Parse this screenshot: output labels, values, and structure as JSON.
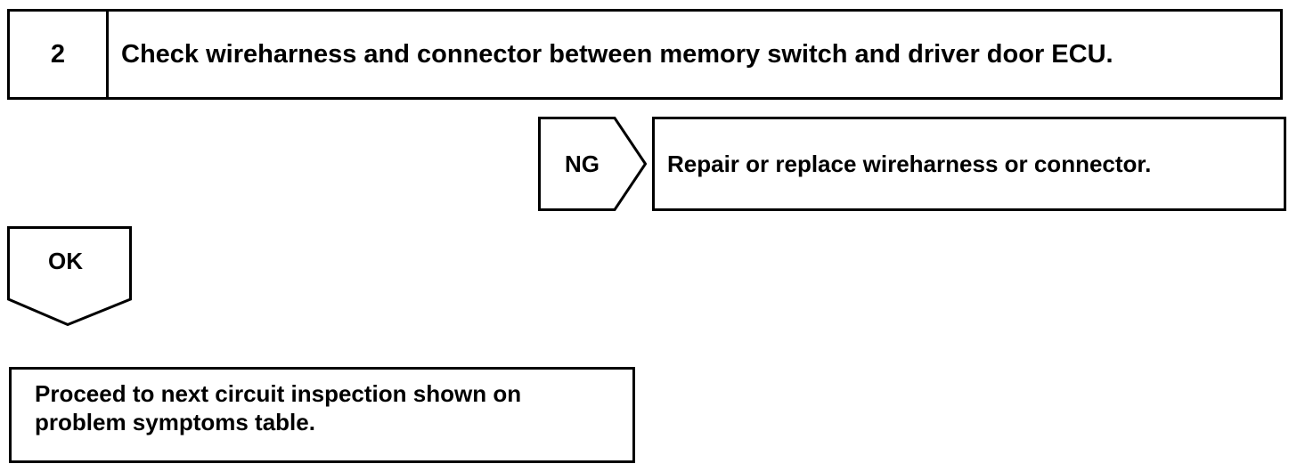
{
  "diagram": {
    "type": "troubleshooting-flowchart",
    "colors": {
      "line": "#000000",
      "background": "#ffffff",
      "text": "#000000"
    },
    "step": {
      "number": "2",
      "instruction": "Check wireharness and connector between memory switch and driver door ECU."
    },
    "branches": {
      "ng": {
        "label": "NG",
        "shape": "pentagon-right",
        "result": "Repair or replace wireharness or connector."
      },
      "ok": {
        "label": "OK",
        "shape": "pentagon-down",
        "result": "Proceed to next circuit inspection shown on\nproblem symptoms table."
      }
    }
  }
}
